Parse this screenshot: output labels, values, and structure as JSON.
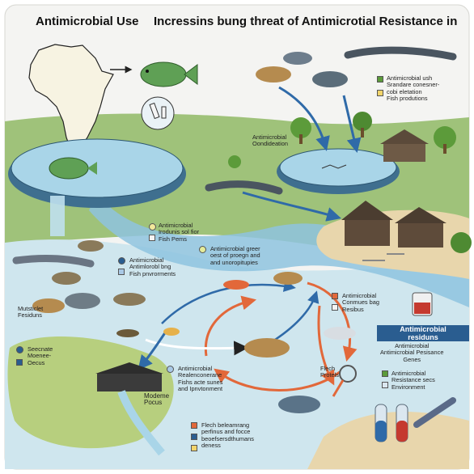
{
  "title_left": "Antimicrobial Use",
  "title_right": "Incressins bung threat of Antimicrotial Resistance in",
  "colors": {
    "sky": "#f4f4f2",
    "grass": "#9fc27a",
    "water": "#a9d5e8",
    "river": "#7fb9d8",
    "shore": "#e8d6ac",
    "arrow_orange": "#e2683a",
    "arrow_blue": "#2f6aa8",
    "accent_green": "#5c9b3a",
    "accent_yellow": "#f2d46b",
    "label_box": "#2a5d90"
  },
  "legend_top_right": {
    "lines": [
      "Antimicrobial ush",
      "Srandare conesner-",
      "cobi eletation",
      "Fish produtions"
    ]
  },
  "label_pond": {
    "lines": [
      "Antimicrobial",
      "Oondideation"
    ]
  },
  "label_center_a": {
    "lines": [
      "Antimicrobial",
      "Irodunis sol fior",
      "Fish Pems"
    ]
  },
  "label_center_b": {
    "lines": [
      "Antimicrobial",
      "Antimlorobl bng",
      "Fish pnvrorments"
    ]
  },
  "label_center_c": {
    "lines": [
      "Antimicrobial greer",
      "oest of proegn and",
      "and unoropitupies"
    ]
  },
  "label_left_residue": {
    "lines": [
      "Mutsticlet",
      "Fesiduns"
    ]
  },
  "label_right_mid": {
    "lines": [
      "Antimicrobial",
      "Conmues bag",
      "Resibus"
    ]
  },
  "label_box": {
    "line1": "Antimicrobial",
    "line2": "residuns"
  },
  "label_right_genes": {
    "lines": [
      "Antimicrobial",
      "Antimicrobial Pesisance",
      "Genes"
    ]
  },
  "label_right_env": {
    "lines": [
      "Antimicrobial",
      "Resistance secs",
      "Environment"
    ]
  },
  "label_lower_left": {
    "lines": [
      "Seecnate",
      "Moenee-",
      "Oecus"
    ]
  },
  "label_modeme": {
    "lines": [
      "Modeme",
      "Pocus"
    ]
  },
  "label_lower_center": {
    "lines": [
      "Antimicrobial",
      "Realenconerane",
      "Fishs acte sunes",
      "and Ipnvtonment"
    ]
  },
  "label_bottom": {
    "lines": [
      "Flech beleamrang",
      "perfinus and focce",
      "beoefsersdthumans",
      "deness"
    ]
  },
  "label_flech": {
    "lines": [
      "Flech",
      "Protels"
    ]
  },
  "icons": [
    "africa-map-icon",
    "tilapia-fish-icon",
    "test-vial-icon",
    "catfish-icon",
    "farm-hut-icon",
    "test-tube-icon",
    "petri-jar-icon"
  ]
}
